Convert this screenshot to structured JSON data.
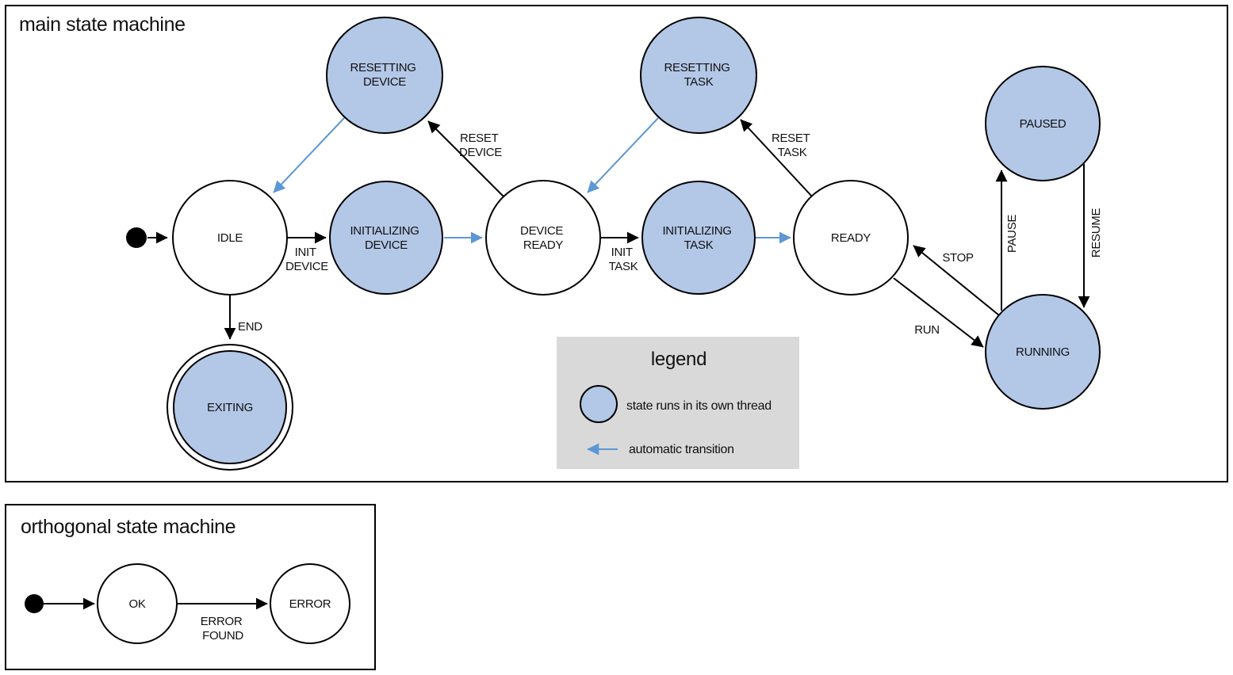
{
  "colors": {
    "state_fill": "#B3C7E7",
    "auto_transition": "#5C97D4",
    "legend_bg": "#D9D9D9",
    "line": "#000000"
  },
  "main": {
    "title": "main state machine",
    "states": {
      "idle": {
        "label": "IDLE"
      },
      "resetting_device": {
        "line1": "RESETTING",
        "line2": "DEVICE"
      },
      "initializing_device": {
        "line1": "INITIALIZING",
        "line2": "DEVICE"
      },
      "device_ready": {
        "line1": "DEVICE",
        "line2": "READY"
      },
      "resetting_task": {
        "line1": "RESETTING",
        "line2": "TASK"
      },
      "initializing_task": {
        "line1": "INITIALIZING",
        "line2": "TASK"
      },
      "ready": {
        "label": "READY"
      },
      "paused": {
        "label": "PAUSED"
      },
      "running": {
        "label": "RUNNING"
      },
      "exiting": {
        "label": "EXITING"
      }
    },
    "transitions": {
      "init_device": {
        "line1": "INIT",
        "line2": "DEVICE"
      },
      "reset_device": {
        "line1": "RESET",
        "line2": "DEVICE"
      },
      "init_task": {
        "line1": "INIT",
        "line2": "TASK"
      },
      "reset_task": {
        "line1": "RESET",
        "line2": "TASK"
      },
      "run": {
        "label": "RUN"
      },
      "stop": {
        "label": "STOP"
      },
      "pause": {
        "label": "PAUSE"
      },
      "resume": {
        "label": "RESUME"
      },
      "end": {
        "label": "END"
      }
    }
  },
  "legend": {
    "title": "legend",
    "thread_label": "state runs in its own thread",
    "auto_label": "automatic transition"
  },
  "ortho": {
    "title": "orthogonal state machine",
    "states": {
      "ok": {
        "label": "OK"
      },
      "error": {
        "label": "ERROR"
      }
    },
    "transitions": {
      "error_found": {
        "line1": "ERROR",
        "line2": "FOUND"
      }
    }
  }
}
